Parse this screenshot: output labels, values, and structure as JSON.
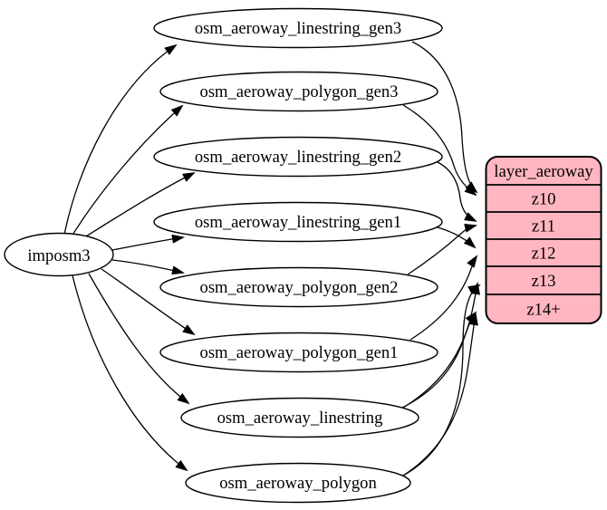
{
  "diagram": {
    "background": "#ffffff",
    "edge_color": "#000000",
    "node_stroke": "#000000",
    "source_node": {
      "label": "imposm3"
    },
    "tables": [
      {
        "label": "osm_aeroway_linestring_gen3"
      },
      {
        "label": "osm_aeroway_polygon_gen3"
      },
      {
        "label": "osm_aeroway_linestring_gen2"
      },
      {
        "label": "osm_aeroway_linestring_gen1"
      },
      {
        "label": "osm_aeroway_polygon_gen2"
      },
      {
        "label": "osm_aeroway_polygon_gen1"
      },
      {
        "label": "osm_aeroway_linestring"
      },
      {
        "label": "osm_aeroway_polygon"
      }
    ],
    "layer_node": {
      "title": "layer_aeroway",
      "rows": [
        "z10",
        "z11",
        "z12",
        "z13",
        "z14+"
      ],
      "fill": "#ffb6c1"
    },
    "edges": [
      {
        "from": "imposm3",
        "to": "osm_aeroway_linestring_gen3"
      },
      {
        "from": "imposm3",
        "to": "osm_aeroway_polygon_gen3"
      },
      {
        "from": "imposm3",
        "to": "osm_aeroway_linestring_gen2"
      },
      {
        "from": "imposm3",
        "to": "osm_aeroway_linestring_gen1"
      },
      {
        "from": "imposm3",
        "to": "osm_aeroway_polygon_gen2"
      },
      {
        "from": "imposm3",
        "to": "osm_aeroway_polygon_gen1"
      },
      {
        "from": "imposm3",
        "to": "osm_aeroway_linestring"
      },
      {
        "from": "imposm3",
        "to": "osm_aeroway_polygon"
      },
      {
        "from": "osm_aeroway_linestring_gen3",
        "to": "layer_aeroway:z10"
      },
      {
        "from": "osm_aeroway_polygon_gen3",
        "to": "layer_aeroway:z10"
      },
      {
        "from": "osm_aeroway_linestring_gen2",
        "to": "layer_aeroway:z11"
      },
      {
        "from": "osm_aeroway_polygon_gen2",
        "to": "layer_aeroway:z11"
      },
      {
        "from": "osm_aeroway_linestring_gen1",
        "to": "layer_aeroway:z12"
      },
      {
        "from": "osm_aeroway_polygon_gen1",
        "to": "layer_aeroway:z12"
      },
      {
        "from": "osm_aeroway_linestring",
        "to": "layer_aeroway:z13"
      },
      {
        "from": "osm_aeroway_polygon",
        "to": "layer_aeroway:z13"
      },
      {
        "from": "osm_aeroway_linestring",
        "to": "layer_aeroway:z14+"
      },
      {
        "from": "osm_aeroway_polygon",
        "to": "layer_aeroway:z14+"
      }
    ]
  }
}
